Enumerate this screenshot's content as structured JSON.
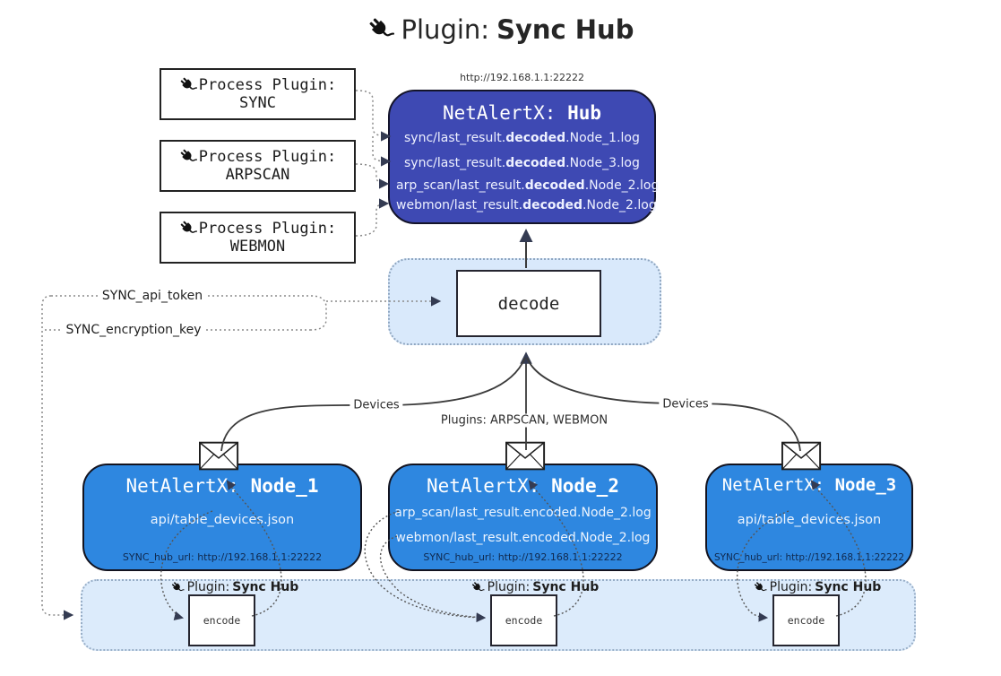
{
  "title": {
    "icon": "plug-icon",
    "prefix": "Plugin:",
    "name": "Sync Hub"
  },
  "process_plugins": [
    {
      "label": "Process Plugin:",
      "name": "SYNC"
    },
    {
      "label": "Process Plugin:",
      "name": "ARPSCAN"
    },
    {
      "label": "Process Plugin:",
      "name": "WEBMON"
    }
  ],
  "hub": {
    "url": "http://192.168.1.1:22222",
    "title_prefix": "NetAlertX:",
    "title_name": "Hub",
    "files": [
      {
        "pre": "sync/last_result.",
        "mid": "decoded",
        "post": ".Node_1.log"
      },
      {
        "pre": "sync/last_result.",
        "mid": "decoded",
        "post": ".Node_3.log"
      },
      {
        "pre": "arp_scan/last_result.",
        "mid": "decoded",
        "post": ".Node_2.log"
      },
      {
        "pre": "webmon/last_result.",
        "mid": "decoded",
        "post": ".Node_2.log"
      }
    ]
  },
  "decoder": {
    "label": "decode"
  },
  "secrets": {
    "api_token": "SYNC_api_token",
    "encryption_key": "SYNC_encryption_key"
  },
  "edges": {
    "devices_left": "Devices",
    "plugins_mid": "Plugins: ARPSCAN, WEBMON",
    "devices_right": "Devices"
  },
  "nodes": [
    {
      "title_prefix": "NetAlertX:",
      "title_name": "Node_1",
      "files": [
        "api/table_devices.json"
      ],
      "hub_url": "SYNC_hub_url: http://192.168.1.1:22222"
    },
    {
      "title_prefix": "NetAlertX:",
      "title_name": "Node_2",
      "files": [
        "arp_scan/last_result.encoded.Node_2.log",
        "webmon/last_result.encoded.Node_2.log"
      ],
      "hub_url": "SYNC_hub_url: http://192.168.1.1:22222"
    },
    {
      "title_prefix": "NetAlertX:",
      "title_name": "Node_3",
      "files": [
        "api/table_devices.json"
      ],
      "hub_url": "SYNC_hub_url: http://192.168.1.1:22222"
    }
  ],
  "encoders": [
    {
      "prefix": "Plugin:",
      "name": "Sync Hub",
      "box": "encode"
    },
    {
      "prefix": "Plugin:",
      "name": "Sync Hub",
      "box": "encode"
    },
    {
      "prefix": "Plugin:",
      "name": "Sync Hub",
      "box": "encode"
    }
  ],
  "colors": {
    "hub_fill": "#3e49b3",
    "node_fill": "#2e87e0",
    "panel_fill": "#d9e9fb",
    "panel_border": "#96adc6",
    "arrow": "#343b52",
    "text_light": "#eef2ff"
  }
}
